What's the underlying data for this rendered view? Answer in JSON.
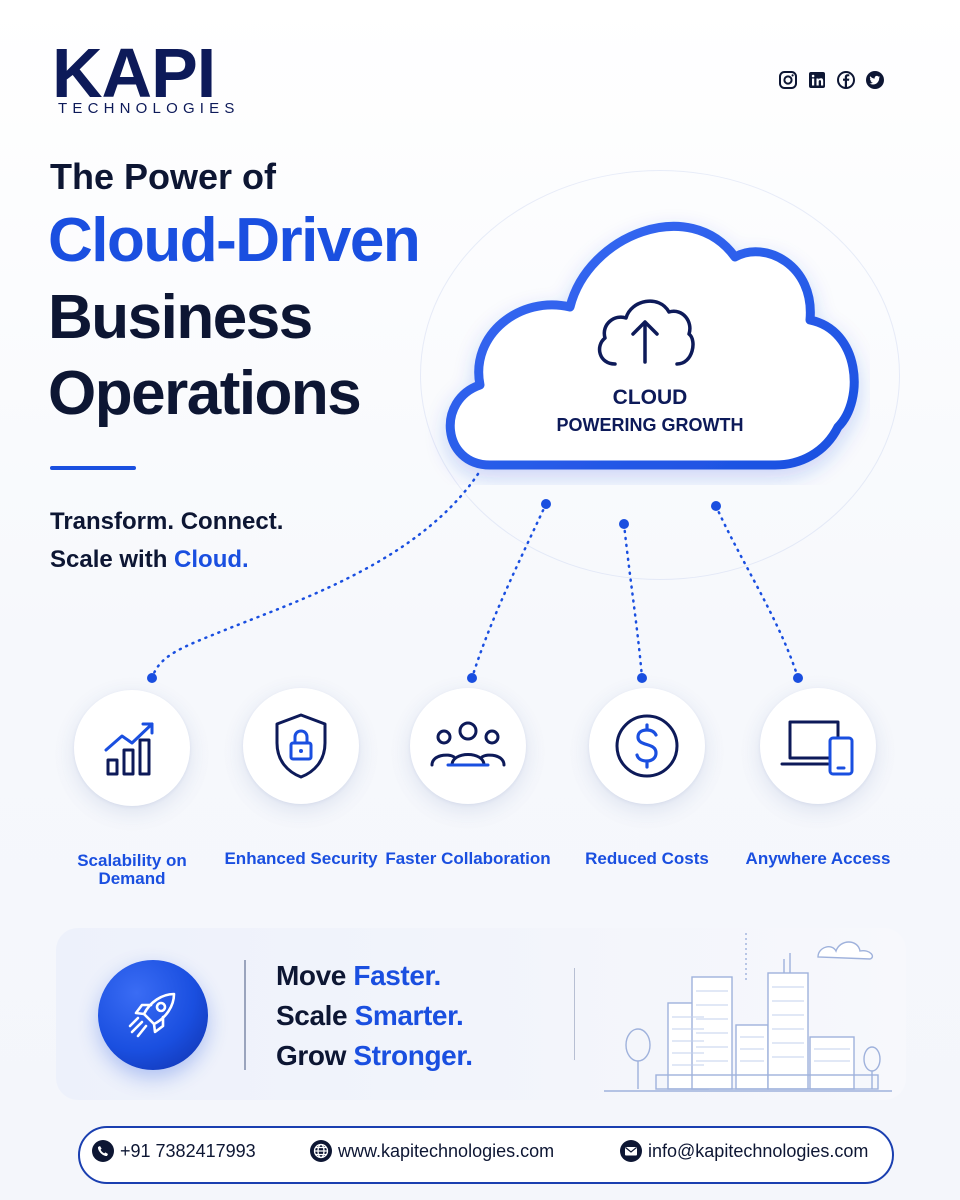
{
  "brand": {
    "name": "KAPI",
    "subtitle": "TECHNOLOGIES",
    "color": "#0d1a59"
  },
  "colors": {
    "accent": "#1a4fe0",
    "dark": "#0d1633"
  },
  "socials": [
    "instagram-icon",
    "linkedin-icon",
    "facebook-icon",
    "twitter-icon"
  ],
  "headline": {
    "pre": "The Power of",
    "line1": "Cloud-Driven",
    "line2": "Business",
    "line3": "Operations"
  },
  "tagline": {
    "line1": "Transform. Connect.",
    "line2_prefix": "Scale with ",
    "line2_highlight": "Cloud."
  },
  "cloud": {
    "title": "CLOUD",
    "subtitle": "POWERING GROWTH",
    "icon": "cloud-upload-icon"
  },
  "features": [
    {
      "label": "Scalability on Demand",
      "icon": "growth-chart-icon"
    },
    {
      "label": "Enhanced Security",
      "icon": "shield-lock-icon"
    },
    {
      "label": "Faster Collaboration",
      "icon": "team-icon"
    },
    {
      "label": "Reduced Costs",
      "icon": "dollar-icon"
    },
    {
      "label": "Anywhere Access",
      "icon": "devices-icon"
    }
  ],
  "motto": [
    {
      "dark": "Move ",
      "blue": "Faster."
    },
    {
      "dark": "Scale ",
      "blue": "Smarter."
    },
    {
      "dark": "Grow ",
      "blue": "Stronger."
    }
  ],
  "contact": {
    "phone": "+91 7382417993",
    "website": "www.kapitechnologies.com",
    "email": "info@kapitechnologies.com"
  }
}
